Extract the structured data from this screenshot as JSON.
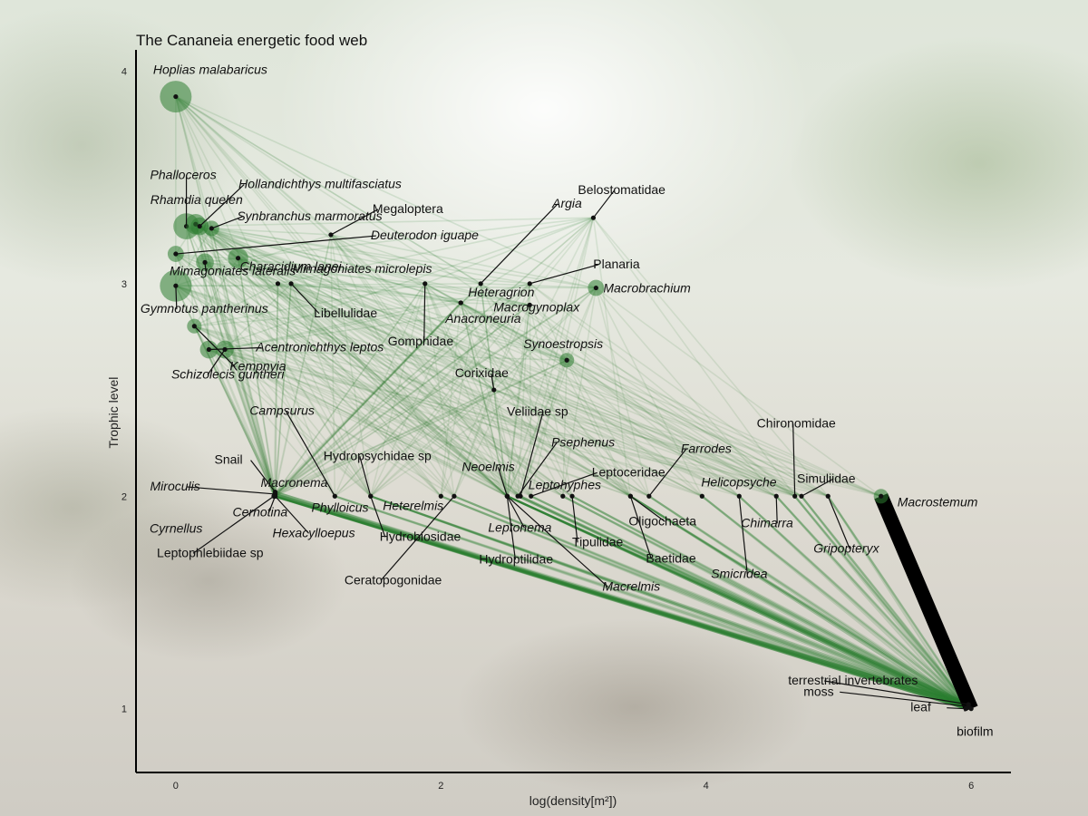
{
  "chart_data": {
    "type": "scatter",
    "title": "The Cananeia energetic food web",
    "xlabel": "log(density[m²])",
    "ylabel": "Trophic level",
    "xlim": [
      -0.3,
      6.3
    ],
    "ylim": [
      0.7,
      4.1
    ],
    "xticks": [
      0,
      2,
      4,
      6
    ],
    "yticks": [
      1,
      2,
      3,
      4
    ],
    "grid": false,
    "link_color": "#2e7d32",
    "node_color": "#111111",
    "hub_link_color": "#000000",
    "nodes": [
      {
        "name": "Hoplias  malabaricus",
        "x": 0.0,
        "y": 3.88,
        "size": 3,
        "italic": true
      },
      {
        "name": "Phalloceros",
        "x": 0.08,
        "y": 3.27,
        "size": 2.3,
        "italic": true
      },
      {
        "name": "Rhamdia  quelen",
        "x": 0.15,
        "y": 3.28,
        "size": 1.6,
        "italic": true
      },
      {
        "name": "Hollandichthys  multifasciatus",
        "x": 0.18,
        "y": 3.27,
        "size": 1.3,
        "italic": true
      },
      {
        "name": "Synbranchus  marmoratus",
        "x": 0.27,
        "y": 3.26,
        "size": 1,
        "italic": true
      },
      {
        "name": "Characidium  lanei",
        "x": 0.47,
        "y": 3.12,
        "size": 1.6,
        "italic": true
      },
      {
        "name": "Deuterodon  iguape",
        "x": 0.0,
        "y": 3.14,
        "size": 1.1,
        "italic": true
      },
      {
        "name": "Mimagoniates  lateralis",
        "x": 0.22,
        "y": 3.1,
        "size": 1.3,
        "italic": true
      },
      {
        "name": "Gymnotus  pantherinus",
        "x": 0.0,
        "y": 2.99,
        "size": 3,
        "italic": true
      },
      {
        "name": "Acentronichthys  leptos",
        "x": 0.25,
        "y": 2.69,
        "size": 1.3,
        "italic": true
      },
      {
        "name": "Schizolecis  guntheri",
        "x": 0.37,
        "y": 2.69,
        "size": 1.3,
        "italic": true
      },
      {
        "name": "Kempnyia",
        "x": 0.14,
        "y": 2.8,
        "size": 0.9,
        "italic": true
      },
      {
        "name": "Megaloptera",
        "x": 1.17,
        "y": 3.23,
        "size": 0.5,
        "italic": false
      },
      {
        "name": "Mimagoniates  microlepis",
        "x": 0.77,
        "y": 3.0,
        "size": 0.5,
        "italic": true
      },
      {
        "name": "Libellulidae",
        "x": 0.87,
        "y": 3.0,
        "size": 0.5,
        "italic": false
      },
      {
        "name": "Belostomatidae",
        "x": 3.15,
        "y": 3.31,
        "size": 0.5,
        "italic": false
      },
      {
        "name": "Argia",
        "x": 2.3,
        "y": 3.0,
        "size": 0.5,
        "italic": true
      },
      {
        "name": "Heteragrion",
        "x": 2.15,
        "y": 2.91,
        "size": 0.5,
        "italic": true
      },
      {
        "name": "Planaria",
        "x": 2.67,
        "y": 3.0,
        "size": 0.5,
        "italic": false
      },
      {
        "name": "Macrogynoplax",
        "x": 2.67,
        "y": 2.9,
        "size": 0.5,
        "italic": true
      },
      {
        "name": "Macrobrachium",
        "x": 3.17,
        "y": 2.98,
        "size": 1.1,
        "italic": true
      },
      {
        "name": "Gomphidae",
        "x": 1.88,
        "y": 3.0,
        "size": 0.5,
        "italic": false
      },
      {
        "name": "Anacroneuria",
        "x": 2.15,
        "y": 2.91,
        "size": 0.5,
        "italic": true
      },
      {
        "name": "Synoestropsis",
        "x": 2.95,
        "y": 2.64,
        "size": 0.9,
        "italic": true
      },
      {
        "name": "Corixidae",
        "x": 2.4,
        "y": 2.5,
        "size": 0.5,
        "italic": false
      },
      {
        "name": "Campsurus",
        "x": 1.2,
        "y": 2.0,
        "size": 0.5,
        "italic": true
      },
      {
        "name": "Snail",
        "x": 0.75,
        "y": 2.02,
        "size": 0.5,
        "italic": false
      },
      {
        "name": "Macronema",
        "x": 0.75,
        "y": 2.01,
        "size": 0.5,
        "italic": true
      },
      {
        "name": "Miroculis",
        "x": 0.75,
        "y": 2.01,
        "size": 0.5,
        "italic": true
      },
      {
        "name": "Cernotina",
        "x": 0.75,
        "y": 2.0,
        "size": 0.5,
        "italic": true
      },
      {
        "name": "Phylloicus",
        "x": 0.75,
        "y": 2.0,
        "size": 0.5,
        "italic": true
      },
      {
        "name": "Cyrnellus",
        "x": 0.74,
        "y": 2.0,
        "size": 0.5,
        "italic": true
      },
      {
        "name": "Hexacylloepus",
        "x": 0.75,
        "y": 2.0,
        "size": 0.5,
        "italic": true
      },
      {
        "name": "Leptophlebiidae  sp",
        "x": 0.74,
        "y": 2.0,
        "size": 0.5,
        "italic": false
      },
      {
        "name": "Hydropsychidae  sp",
        "x": 1.47,
        "y": 2.0,
        "size": 0.5,
        "italic": false
      },
      {
        "name": "Hydrobiosidae",
        "x": 1.47,
        "y": 2.0,
        "size": 0.5,
        "italic": false
      },
      {
        "name": "Heterelmis",
        "x": 2.0,
        "y": 2.0,
        "size": 0.5,
        "italic": true
      },
      {
        "name": "Ceratopogonidae",
        "x": 2.1,
        "y": 2.0,
        "size": 0.5,
        "italic": false
      },
      {
        "name": "Veliidae  sp",
        "x": 2.6,
        "y": 2.0,
        "size": 0.5,
        "italic": false
      },
      {
        "name": "Neoelmis",
        "x": 2.5,
        "y": 2.0,
        "size": 0.5,
        "italic": true
      },
      {
        "name": "Psephenus",
        "x": 2.58,
        "y": 2.0,
        "size": 0.5,
        "italic": true
      },
      {
        "name": "Leptonema",
        "x": 2.5,
        "y": 2.0,
        "size": 0.5,
        "italic": true
      },
      {
        "name": "Hydroptilidae",
        "x": 2.5,
        "y": 2.0,
        "size": 0.5,
        "italic": false
      },
      {
        "name": "Leptoceridae",
        "x": 2.68,
        "y": 2.0,
        "size": 0.5,
        "italic": false
      },
      {
        "name": "Leptohyphes",
        "x": 2.92,
        "y": 2.0,
        "size": 0.5,
        "italic": true
      },
      {
        "name": "Tipulidae",
        "x": 2.99,
        "y": 2.0,
        "size": 0.5,
        "italic": false
      },
      {
        "name": "Macrelmis",
        "x": 2.5,
        "y": 2.0,
        "size": 0.5,
        "italic": true
      },
      {
        "name": "Farrodes",
        "x": 3.57,
        "y": 2.0,
        "size": 0.5,
        "italic": true
      },
      {
        "name": "Oligochaeta",
        "x": 3.43,
        "y": 2.0,
        "size": 0.5,
        "italic": false
      },
      {
        "name": "Baetidae",
        "x": 3.43,
        "y": 2.0,
        "size": 0.5,
        "italic": false
      },
      {
        "name": "Helicopsyche",
        "x": 3.97,
        "y": 2.0,
        "size": 0.5,
        "italic": true
      },
      {
        "name": "Smicridea",
        "x": 4.25,
        "y": 2.0,
        "size": 0.5,
        "italic": true
      },
      {
        "name": "Chironomidae",
        "x": 4.67,
        "y": 2.0,
        "size": 0.5,
        "italic": false
      },
      {
        "name": "Chimarra",
        "x": 4.53,
        "y": 2.0,
        "size": 0.5,
        "italic": true
      },
      {
        "name": "Simuliidae",
        "x": 4.72,
        "y": 2.0,
        "size": 0.5,
        "italic": false
      },
      {
        "name": "Gripopteryx",
        "x": 4.92,
        "y": 2.0,
        "size": 0.5,
        "italic": true
      },
      {
        "name": "Macrostemum",
        "x": 5.32,
        "y": 2.0,
        "size": 0.9,
        "italic": true
      },
      {
        "name": "terrestrial  invertebrates",
        "x": 5.98,
        "y": 1.02,
        "size": 0.5,
        "italic": false
      },
      {
        "name": "moss",
        "x": 5.98,
        "y": 1.01,
        "size": 0.5,
        "italic": false
      },
      {
        "name": "leaf",
        "x": 5.96,
        "y": 1.0,
        "size": 0.5,
        "italic": false
      },
      {
        "name": "biofilm",
        "x": 6.0,
        "y": 1.0,
        "size": 0.5,
        "italic": false
      }
    ]
  }
}
